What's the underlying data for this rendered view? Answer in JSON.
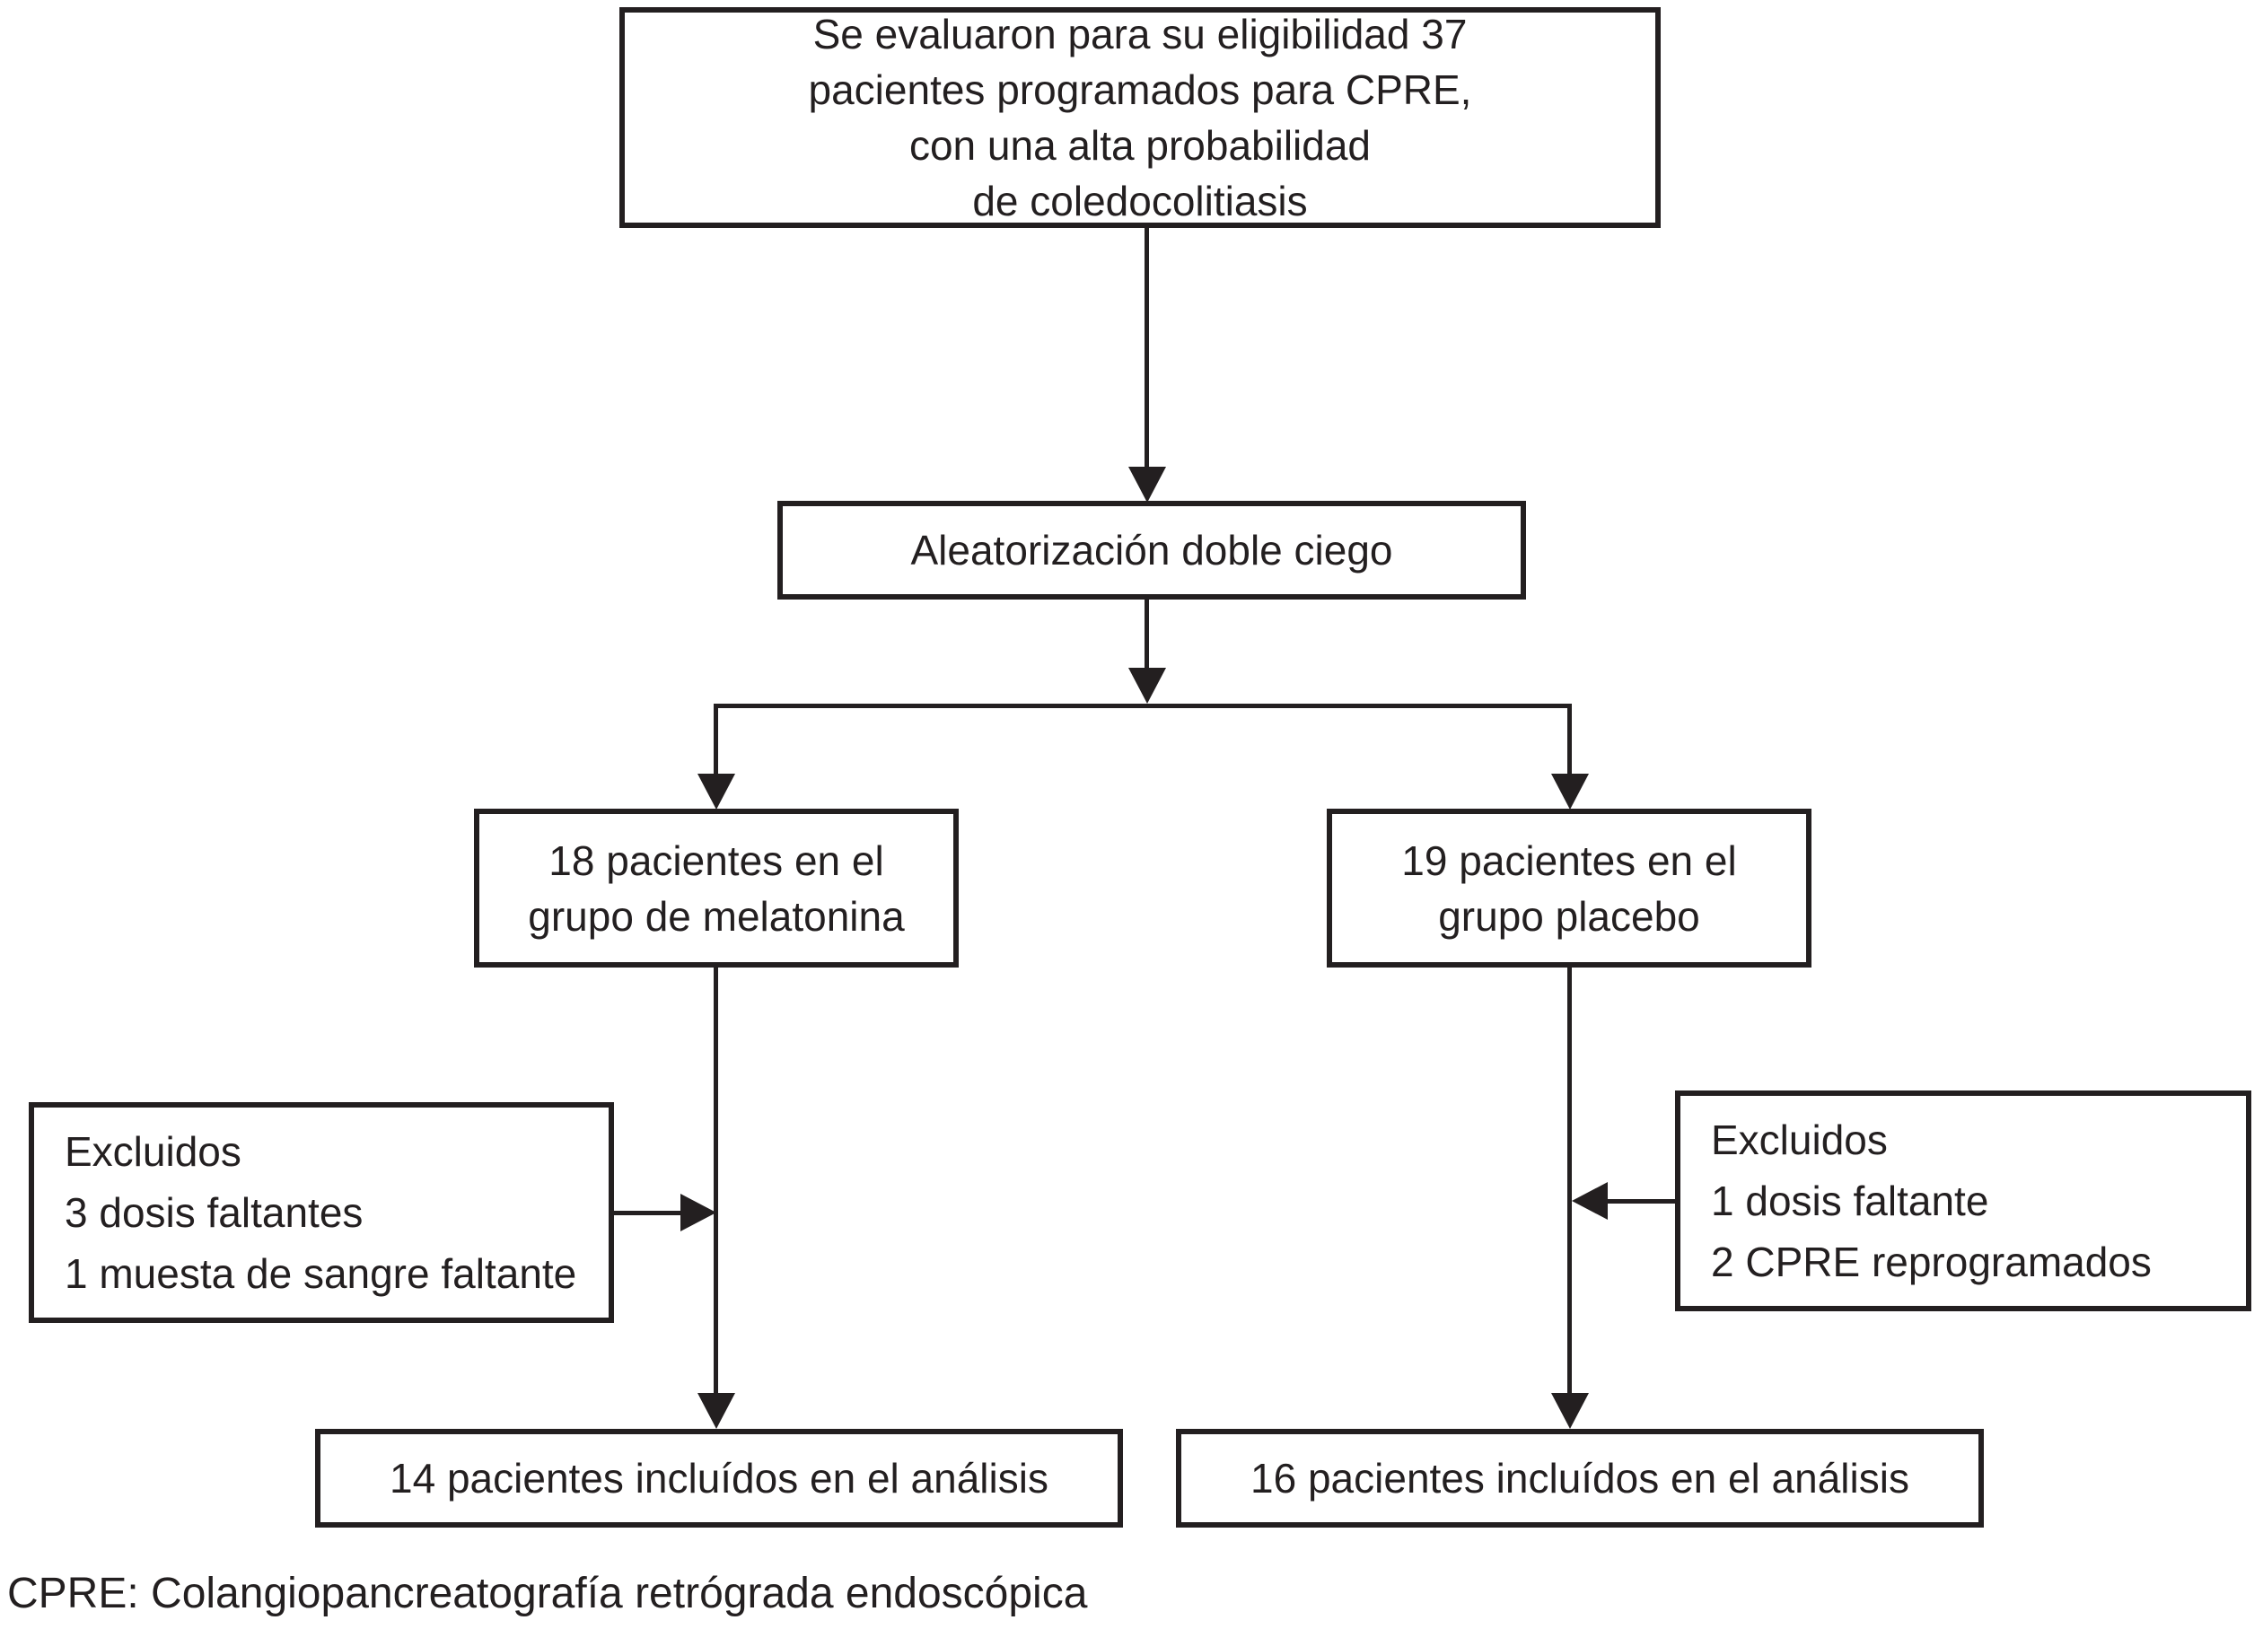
{
  "colors": {
    "background": "#ffffff",
    "border": "#231f20",
    "text": "#231f20"
  },
  "flowchart": {
    "eligibility_box": {
      "lines": [
        "Se evaluaron para su eligibilidad 37",
        "pacientes programados para CPRE,",
        "con una alta probabilidad",
        "de coledocolitiasis"
      ]
    },
    "randomization_box": {
      "label": "Aleatorización doble ciego"
    },
    "melatonin_group_box": {
      "lines": [
        "18 pacientes en el",
        "grupo de melatonina"
      ]
    },
    "placebo_group_box": {
      "lines": [
        "19 pacientes en el",
        "grupo placebo"
      ]
    },
    "excluded_melatonin_box": {
      "lines": [
        "Excluidos",
        "3 dosis faltantes",
        "1 muesta de sangre faltante"
      ]
    },
    "excluded_placebo_box": {
      "lines": [
        "Excluidos",
        "1 dosis faltante",
        "2 CPRE reprogramados"
      ]
    },
    "analysis_melatonin_box": {
      "label": "14 pacientes incluídos en el análisis"
    },
    "analysis_placebo_box": {
      "label": "16 pacientes incluídos en el análisis"
    },
    "footnote": "CPRE: Colangiopancreatografía retrógrada endoscópica"
  }
}
